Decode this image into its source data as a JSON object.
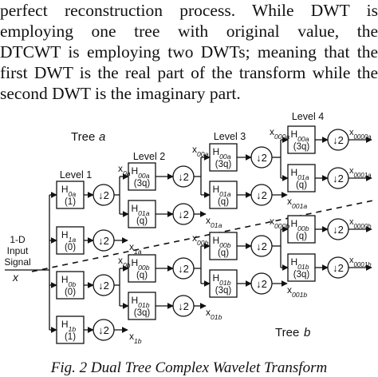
{
  "paragraph": [
    "perfect reconstruction process. While DWT is",
    "employing one tree with original value, the",
    "DTCWT is employing two DWTs; meaning that the",
    "first DWT is the real part of the transform while the",
    "second DWT is the imaginary part."
  ],
  "diagram": {
    "tree_a": "Tree",
    "tree_a_var": "a",
    "tree_b": "Tree",
    "tree_b_var": "b",
    "levels": [
      "Level 1",
      "Level 2",
      "Level 3",
      "Level 4"
    ],
    "input": [
      "1-D",
      "Input",
      "Signal"
    ],
    "input_var": "x",
    "downsample": "↓2",
    "filters": {
      "h0a_l1": {
        "name": "H",
        "sub": "0a",
        "arg": "(1)"
      },
      "h1a_l1": {
        "name": "H",
        "sub": "1a",
        "arg": "(0)"
      },
      "h0b_l1": {
        "name": "H",
        "sub": "0b",
        "arg": "(0)"
      },
      "h1b_l1": {
        "name": "H",
        "sub": "1b",
        "arg": "(1)"
      },
      "h00a_l2": {
        "name": "H",
        "sub": "00a",
        "arg": "(3q)"
      },
      "h01a_l2": {
        "name": "H",
        "sub": "01a",
        "arg": "(q)"
      },
      "h00b_l2": {
        "name": "H",
        "sub": "00b",
        "arg": "(q)"
      },
      "h01b_l2": {
        "name": "H",
        "sub": "01b",
        "arg": "(3q)"
      },
      "h00a_l3": {
        "name": "H",
        "sub": "00a",
        "arg": "(3q)"
      },
      "h01a_l3": {
        "name": "H",
        "sub": "01a",
        "arg": "(q)"
      },
      "h00b_l3": {
        "name": "H",
        "sub": "00b",
        "arg": "(q)"
      },
      "h01b_l3": {
        "name": "H",
        "sub": "01b",
        "arg": "(3q)"
      },
      "h00a_l4": {
        "name": "H",
        "sub": "00a",
        "arg": "(3q)"
      },
      "h01a_l4": {
        "name": "H",
        "sub": "01a",
        "arg": "(q)"
      },
      "h00b_l4": {
        "name": "H",
        "sub": "00b",
        "arg": "(q)"
      },
      "h01b_l4": {
        "name": "H",
        "sub": "01b",
        "arg": "(3q)"
      }
    },
    "signals": {
      "x0a": {
        "name": "x",
        "sub": "0a"
      },
      "x1a": {
        "name": "x",
        "sub": "1a"
      },
      "x0b": {
        "name": "x",
        "sub": "0b"
      },
      "x1b": {
        "name": "x",
        "sub": "1b"
      },
      "x00a": {
        "name": "x",
        "sub": "00a"
      },
      "x01a": {
        "name": "x",
        "sub": "01a"
      },
      "x00b": {
        "name": "x",
        "sub": "00b"
      },
      "x01b": {
        "name": "x",
        "sub": "01b"
      },
      "x000a": {
        "name": "x",
        "sub": "000a"
      },
      "x001a": {
        "name": "x",
        "sub": "001a"
      },
      "x000b": {
        "name": "x",
        "sub": "000b"
      },
      "x001b": {
        "name": "x",
        "sub": "001b"
      },
      "x0000a": {
        "name": "x",
        "sub": "0000a"
      },
      "x0001a": {
        "name": "x",
        "sub": "0001a"
      },
      "x0000b": {
        "name": "x",
        "sub": "0000b"
      },
      "x0001b": {
        "name": "x",
        "sub": "0001b"
      }
    }
  },
  "caption": "Fig. 2 Dual Tree Complex Wavelet Transform"
}
